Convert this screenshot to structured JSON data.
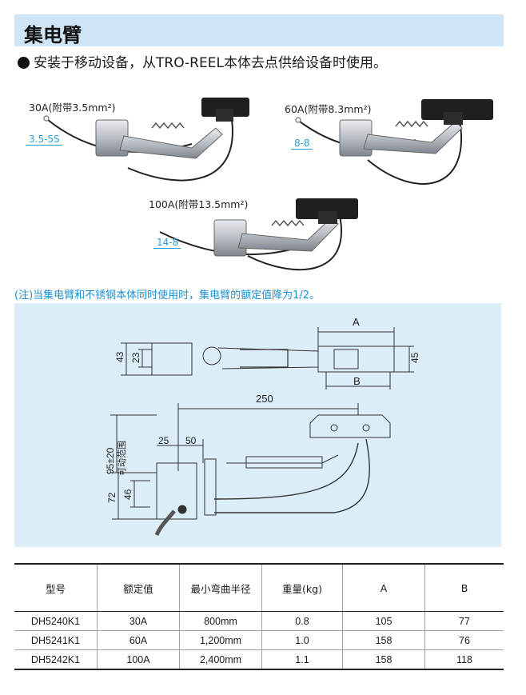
{
  "page": {
    "title": "集电臂",
    "bullet": "安装于移动设备，从TRO-REEL本体去点供给设备时使用。",
    "note": "(注)当集电臂和不锈钢本体同时使用时，集电臂的额定值降为1/2。"
  },
  "photos": [
    {
      "label": "30A(附带3.5mm²)",
      "size": "3.5-5S"
    },
    {
      "label": "60A(附带8.3mm²)",
      "size": "8-8"
    },
    {
      "label": "100A(附带13.5mm²)",
      "size": "14-8"
    }
  ],
  "drawing": {
    "dim_A": "A",
    "dim_B": "B",
    "dim_43": "43",
    "dim_23": "23",
    "dim_45": "45",
    "dim_250": "250",
    "dim_25": "25",
    "dim_50": "50",
    "dim_95": "95±20",
    "movable_range": "可动范围",
    "dim_72": "72",
    "dim_46": "46"
  },
  "table": {
    "headers": [
      "型号",
      "额定值",
      "最小弯曲半径",
      "重量(kg)",
      "A",
      "B"
    ],
    "rows": [
      [
        "DH5240K1",
        "30A",
        "800mm",
        "0.8",
        "105",
        "77"
      ],
      [
        "DH5241K1",
        "60A",
        "1,200mm",
        "1.0",
        "158",
        "76"
      ],
      [
        "DH5242K1",
        "100A",
        "2,400mm",
        "1.1",
        "158",
        "118"
      ]
    ]
  }
}
